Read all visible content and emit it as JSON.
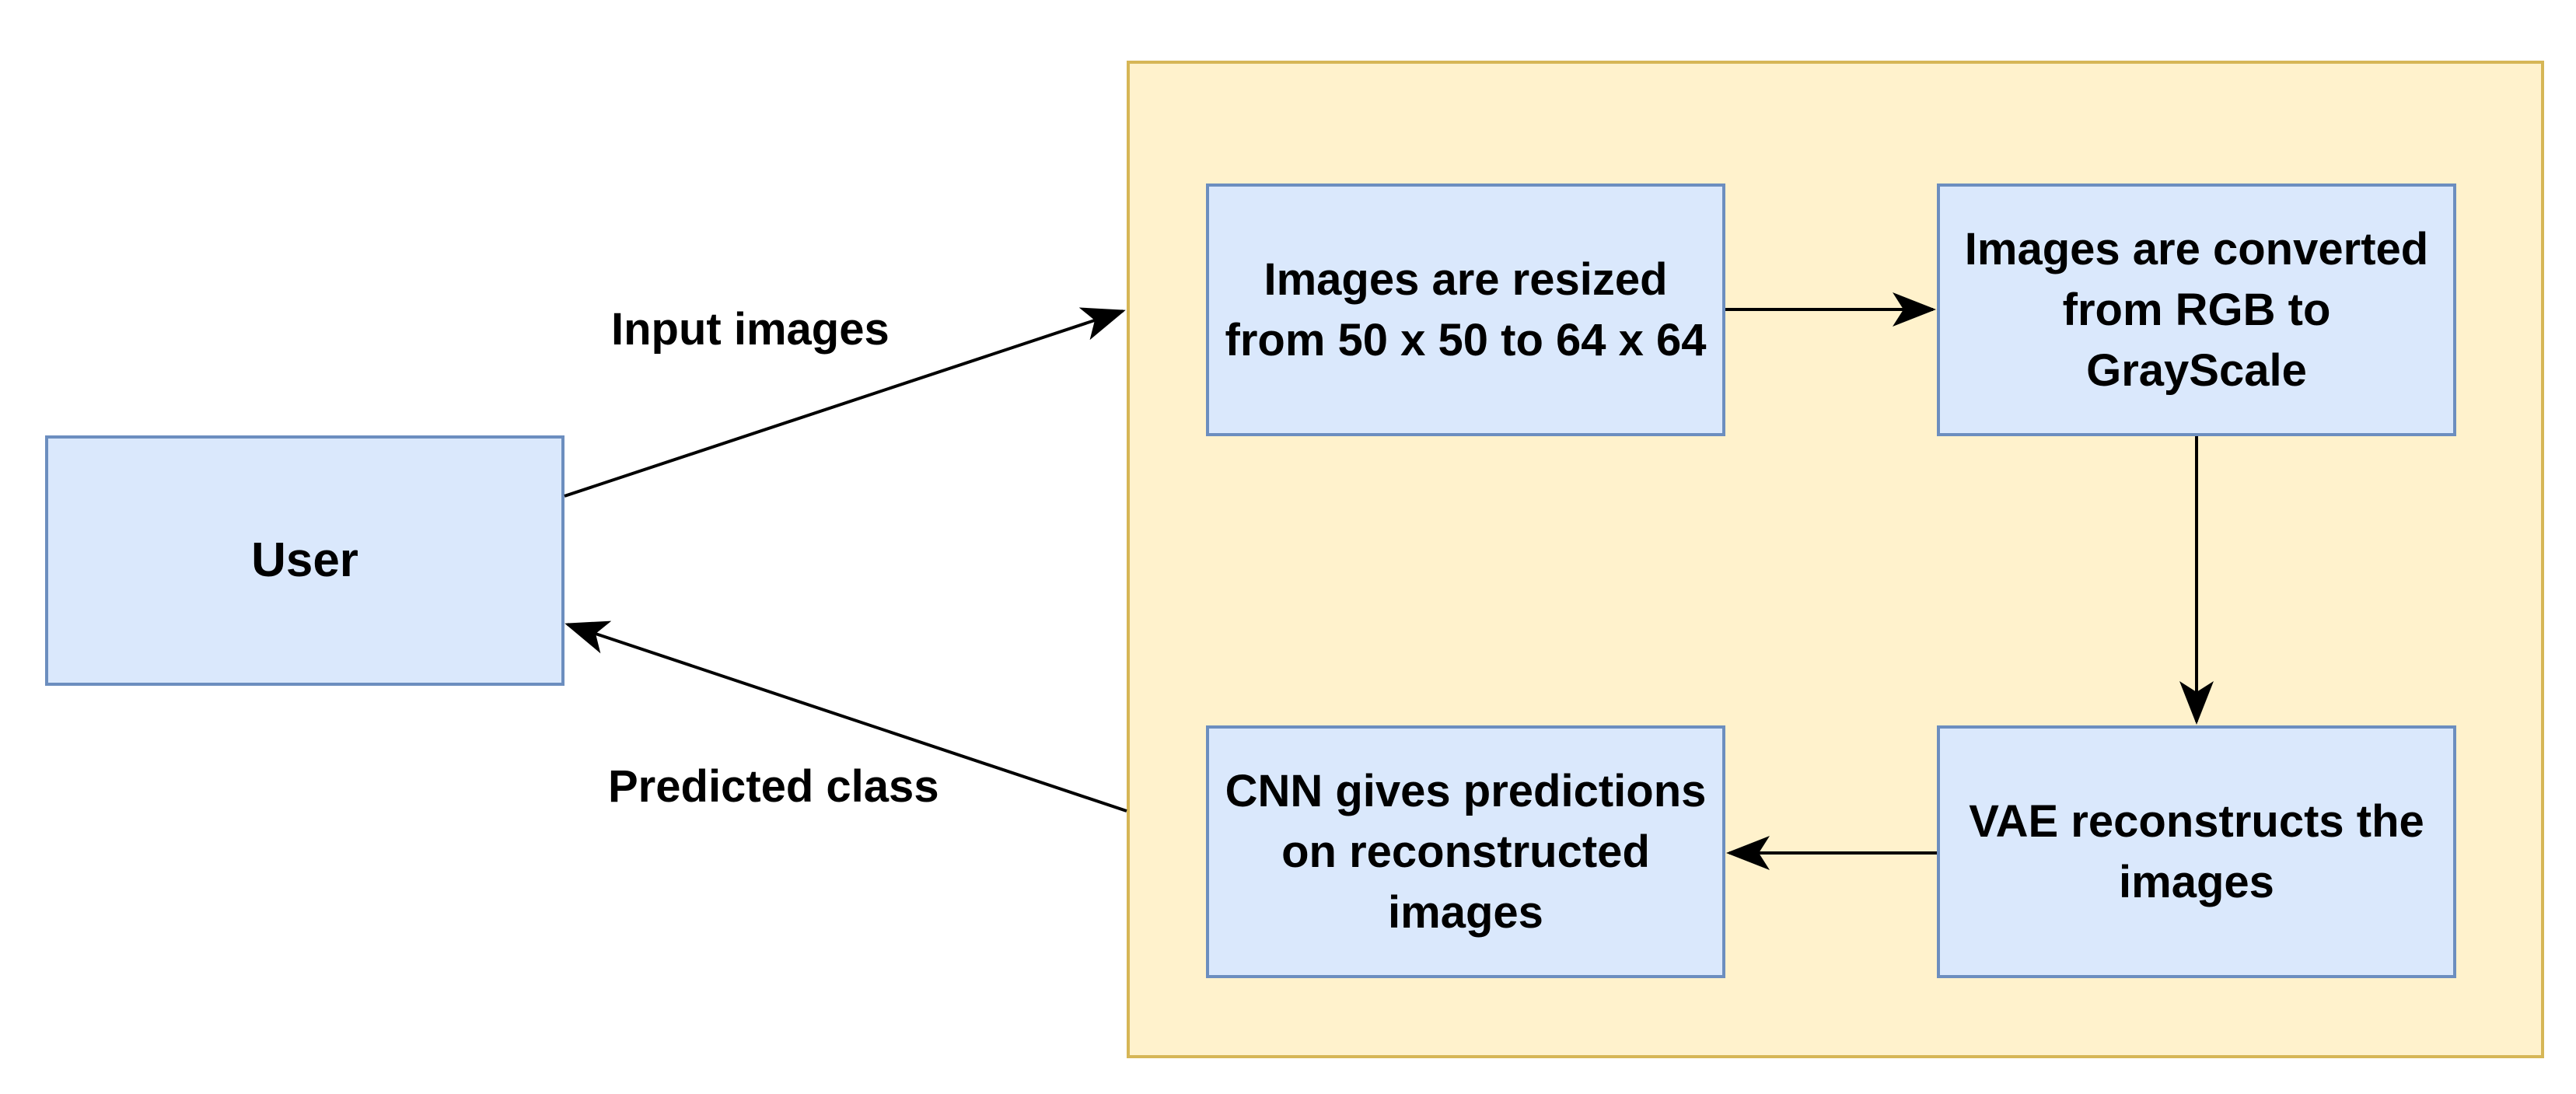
{
  "colors": {
    "container_fill": "#fff2cc",
    "container_stroke": "#d6b656",
    "node_fill": "#dae8fc",
    "node_stroke": "#6c8ebf",
    "edge": "#000000"
  },
  "nodes": {
    "user": "User",
    "resize": "Images are resized from 50 x 50 to 64 x 64",
    "grayscale": "Images are converted from RGB to GrayScale",
    "vae": "VAE reconstructs the images",
    "cnn": "CNN gives predictions on reconstructed images"
  },
  "edges": {
    "input_label": "Input images",
    "output_label": "Predicted class"
  }
}
